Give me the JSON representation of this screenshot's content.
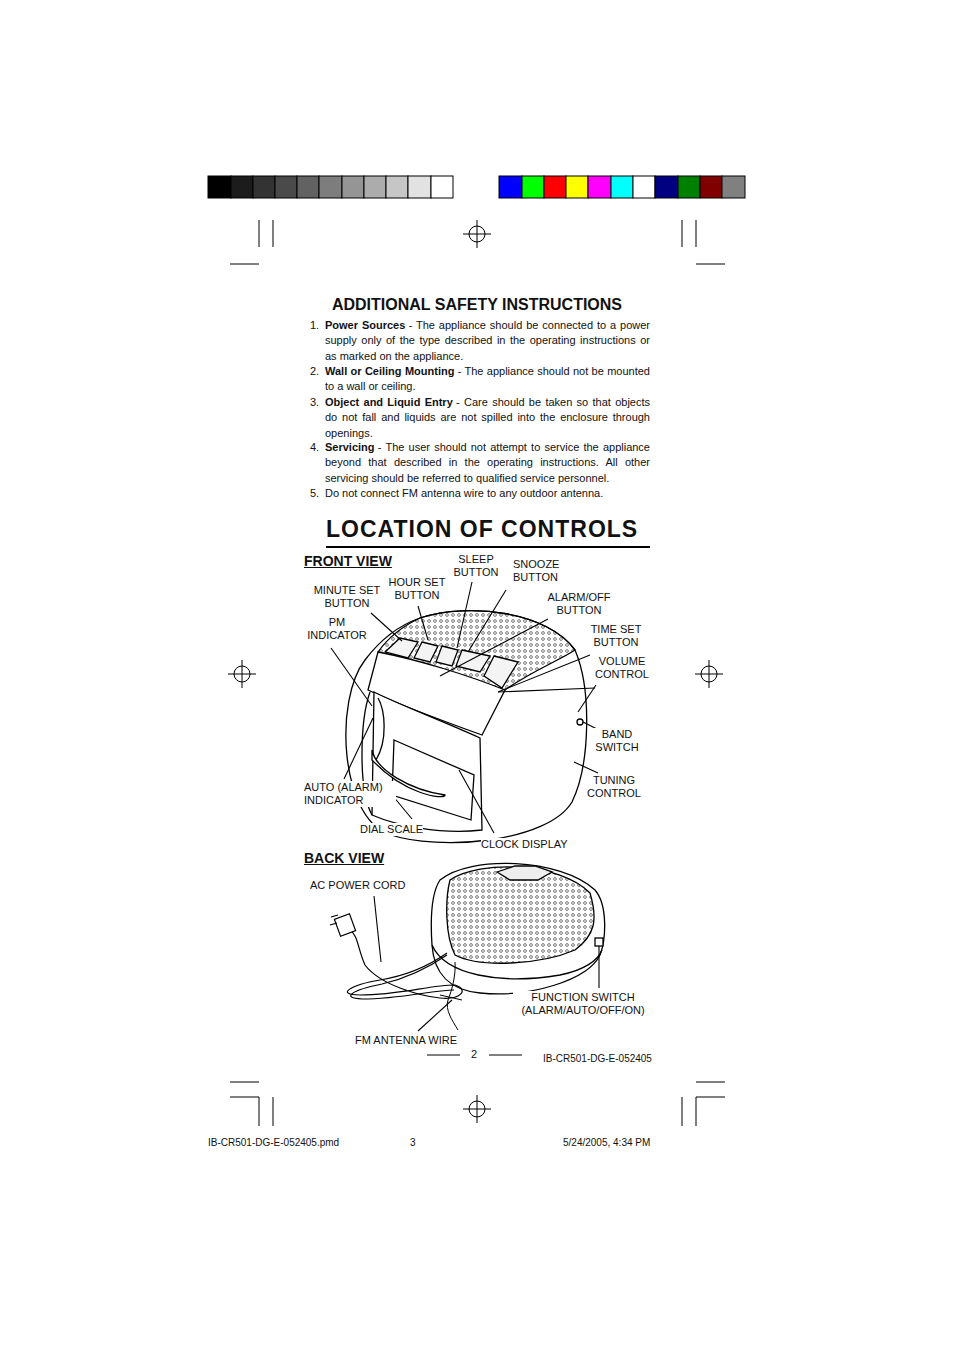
{
  "diagram": {
    "title": "LOCATION OF CONTROLS",
    "labels": [
      "ADDITIONAL SAFETY INSTRUCTIONS",
      "1.",
      "Power Sources",
      "- The appliance should be connected to a power supply only of the type described in the operating instructions or as marked on the appliance.",
      "2.",
      "Wall or Ceiling Mounting",
      "- The appliance should not be mounted to a wall or ceiling.",
      "3.",
      "Object and Liquid Entry",
      "- Care should be taken so that objects do not fall and liquids are not spilled into the enclosure through openings.",
      "4.",
      "Servicing",
      "- The user should not attempt to service the appliance beyond that described in the operating instructions. All other servicing should be referred to qualified service personnel.",
      "5.",
      "Do not connect FM antenna wire to any outdoor antenna.",
      "FRONT VIEW",
      "SLEEP BUTTON",
      "SNOOZE BUTTON",
      "MINUTE SET BUTTON",
      "HOUR SET BUTTON",
      "ALARM/OFF BUTTON",
      "PM INDICATOR",
      "TIME SET BUTTON",
      "VOLUME CONTROL",
      "BAND SWITCH",
      "TUNING CONTROL",
      "AUTO (ALARM) INDICATOR",
      "DIAL SCALE",
      "CLOCK DISPLAY",
      "BACK VIEW",
      "AC POWER CORD",
      "FUNCTION SWITCH (ALARM/AUTO/OFF/ON)",
      "FM ANTENNA WIRE",
      "2",
      "IB-CR501-DG-E-052405",
      "IB-CR501-DG-E-052405.pmd",
      "3",
      "5/24/2005, 4:34 PM"
    ]
  }
}
